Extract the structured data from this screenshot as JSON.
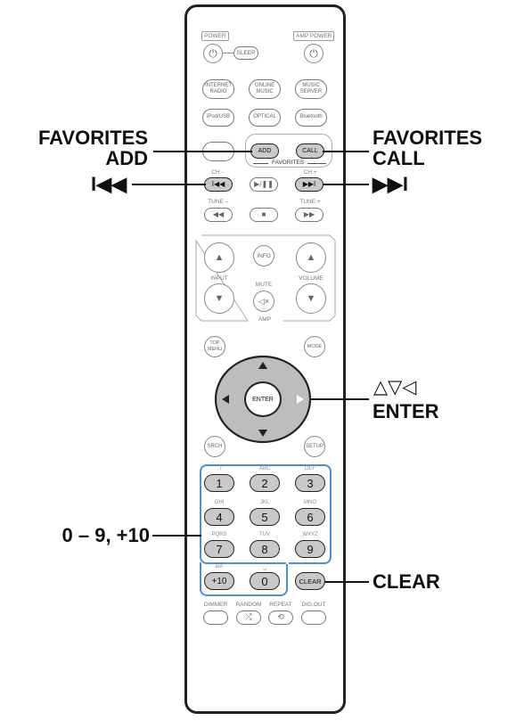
{
  "remote": {
    "labels": {
      "power": "POWER",
      "amp_power": "AMP POWER",
      "sleep": "SLEEP",
      "ch_minus": "CH -",
      "ch_plus": "CH +",
      "tune_minus": "TUNE -",
      "tune_plus": "TUNE +",
      "favorites": "FAVORITES",
      "input": "INPUT",
      "mute": "MUTE",
      "volume": "VOLUME",
      "amp": "AMP"
    },
    "source_buttons": {
      "internet_radio": "INTERNET RADIO",
      "online_music": "ONLINE MUSIC",
      "music_server": "MUSIC SERVER",
      "ipod_usb": "iPod/USB",
      "optical": "OPTICAL",
      "bluetooth": "Bluetooth"
    },
    "buttons": {
      "add": "ADD",
      "call": "CALL",
      "info": "INFO",
      "top_menu": "TOP MENU",
      "mode": "MODE",
      "enter": "ENTER",
      "search": "SRCH",
      "setup": "SETUP",
      "clear": "CLEAR",
      "dimmer": "DIMMER",
      "random": "RANDOM",
      "repeat": "REPEAT",
      "dig_out": "DIG.OUT"
    },
    "keypad": [
      {
        "digit": "1",
        "letters": ". / "
      },
      {
        "digit": "2",
        "letters": "ABC"
      },
      {
        "digit": "3",
        "letters": "DEF"
      },
      {
        "digit": "4",
        "letters": "GHI"
      },
      {
        "digit": "5",
        "letters": "JKL"
      },
      {
        "digit": "6",
        "letters": "MNO"
      },
      {
        "digit": "7",
        "letters": "PQRS"
      },
      {
        "digit": "8",
        "letters": "TUV"
      },
      {
        "digit": "9",
        "letters": "WXYZ"
      },
      {
        "digit": "+10",
        "letters": "a/A"
      },
      {
        "digit": "0",
        "letters": "␣"
      }
    ]
  },
  "callouts": {
    "favorites_add_line1": "FAVORITES",
    "favorites_add_line2": "ADD",
    "previous": "I◀◀",
    "favorites_call_line1": "FAVORITES",
    "favorites_call_line2": "CALL",
    "next": "▶▶I",
    "cursor": "△▽◁",
    "enter": "ENTER",
    "numbers": "0 – 9, +10",
    "clear": "CLEAR"
  }
}
